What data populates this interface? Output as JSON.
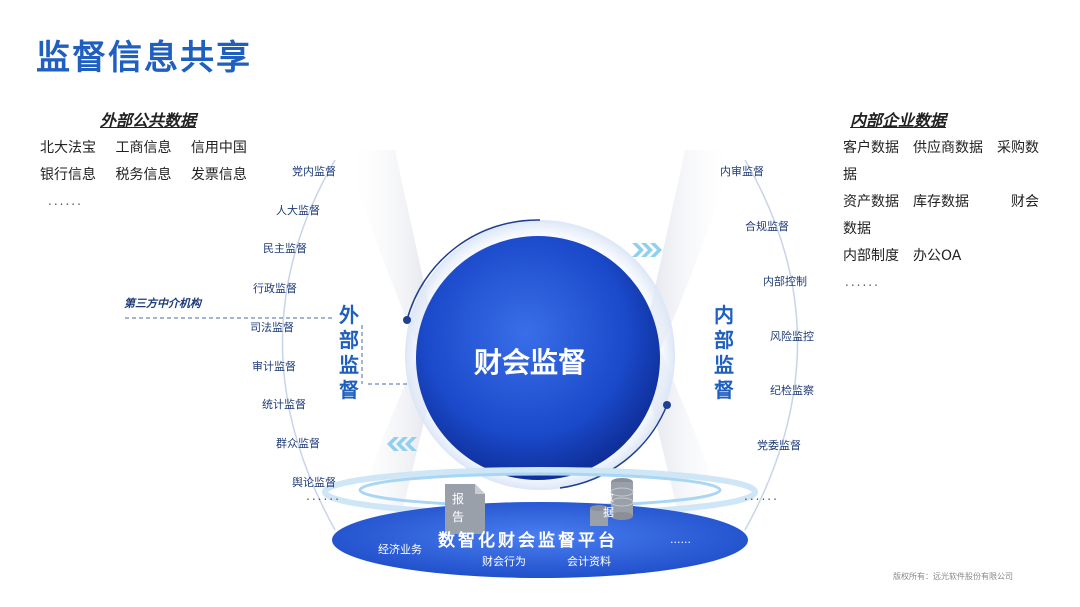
{
  "title": "监督信息共享",
  "external": {
    "heading": "外部公共数据",
    "row1": [
      "北大法宝",
      "工商信息",
      "信用中国"
    ],
    "row2": [
      "银行信息",
      "税务信息",
      "发票信息"
    ],
    "more": "......"
  },
  "internal": {
    "heading": "内部企业数据",
    "line1": "客户数据　供应商数据　采购数",
    "line2": "据",
    "line3": "资产数据　库存数据　　　财会",
    "line4": "数据",
    "line5": "内部制度　办公OA",
    "more": "......"
  },
  "left_supervision": [
    "党内监督",
    "人大监督",
    "民主监督",
    "行政监督",
    "司法监督",
    "审计监督",
    "统计监督",
    "群众监督",
    "舆论监督"
  ],
  "left_more": "......",
  "third_party": "第三方中介机构",
  "left_label": [
    "外",
    "部",
    "监",
    "督"
  ],
  "right_supervision": [
    "内审监督",
    "合规监督",
    "内部控制",
    "风险监控",
    "纪检监察",
    "党委监督"
  ],
  "right_more": "......",
  "right_label": [
    "内",
    "部",
    "监",
    "督"
  ],
  "center": "财会监督",
  "platform": {
    "title": "数智化财会监督平台",
    "more": "......",
    "items": [
      "经济业务",
      "财会行为",
      "会计资料"
    ],
    "report_label": [
      "报",
      "告"
    ],
    "data_label": [
      "数",
      "据"
    ]
  },
  "copyright": "版权所有：远光软件股份有限公司",
  "colors": {
    "accent": "#1f5fbf",
    "platform": "#2f63d6",
    "circle": "#1a49c9"
  }
}
